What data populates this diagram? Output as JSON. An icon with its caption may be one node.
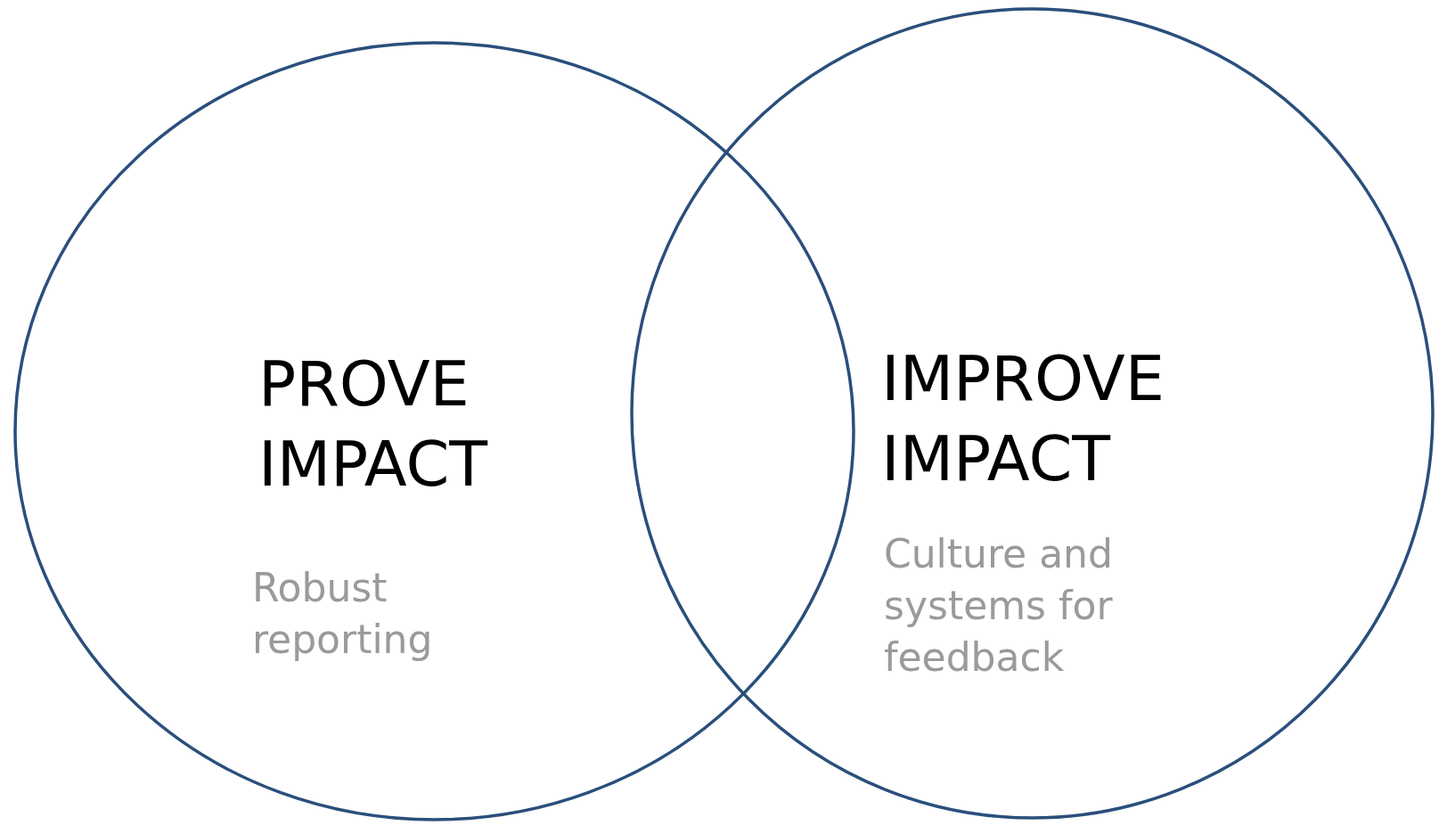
{
  "diagram": {
    "nodes": [
      {
        "text": [
          "PROVE IMPACT",
          "Robust reporting"
        ]
      },
      {
        "text": [
          "IMPROVE IMPACT",
          "Culture and systems for feedback"
        ]
      }
    ]
  }
}
